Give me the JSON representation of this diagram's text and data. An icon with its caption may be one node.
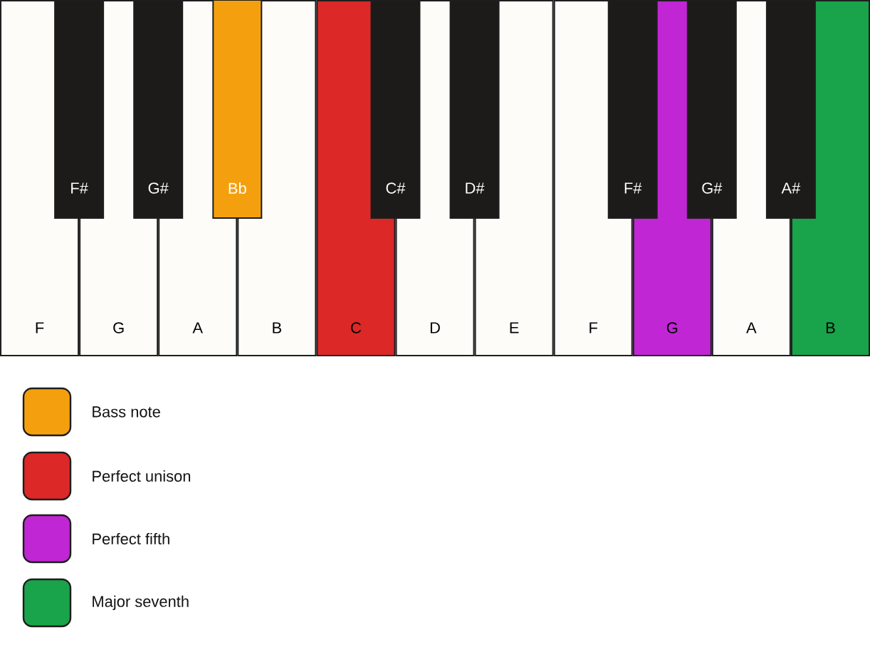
{
  "diagram": {
    "nodes": [
      {
        "text": [
          "F#"
        ]
      },
      {
        "text": [
          "G#"
        ]
      },
      {
        "text": [
          "Bb"
        ]
      },
      {
        "text": [
          "C#"
        ]
      },
      {
        "text": [
          "D#"
        ]
      },
      {
        "text": [
          "F#"
        ]
      },
      {
        "text": [
          "G#"
        ]
      },
      {
        "text": [
          "A#"
        ]
      },
      {
        "text": [
          "F"
        ]
      },
      {
        "text": [
          "G"
        ]
      },
      {
        "text": [
          "A"
        ]
      },
      {
        "text": [
          "B"
        ]
      },
      {
        "text": [
          "C"
        ]
      },
      {
        "text": [
          "D"
        ]
      },
      {
        "text": [
          "E"
        ]
      },
      {
        "text": [
          "F"
        ]
      },
      {
        "text": [
          "G"
        ]
      },
      {
        "text": [
          "A"
        ]
      },
      {
        "text": [
          "B"
        ]
      }
    ],
    "legend": [
      {
        "text": "Bass note",
        "color": "#f4a00e"
      },
      {
        "text": "Perfect unison",
        "color": "#dd2828"
      },
      {
        "text": "Perfect fifth",
        "color": "#c026d3"
      },
      {
        "text": "Major seventh",
        "color": "#19a34a"
      }
    ]
  }
}
